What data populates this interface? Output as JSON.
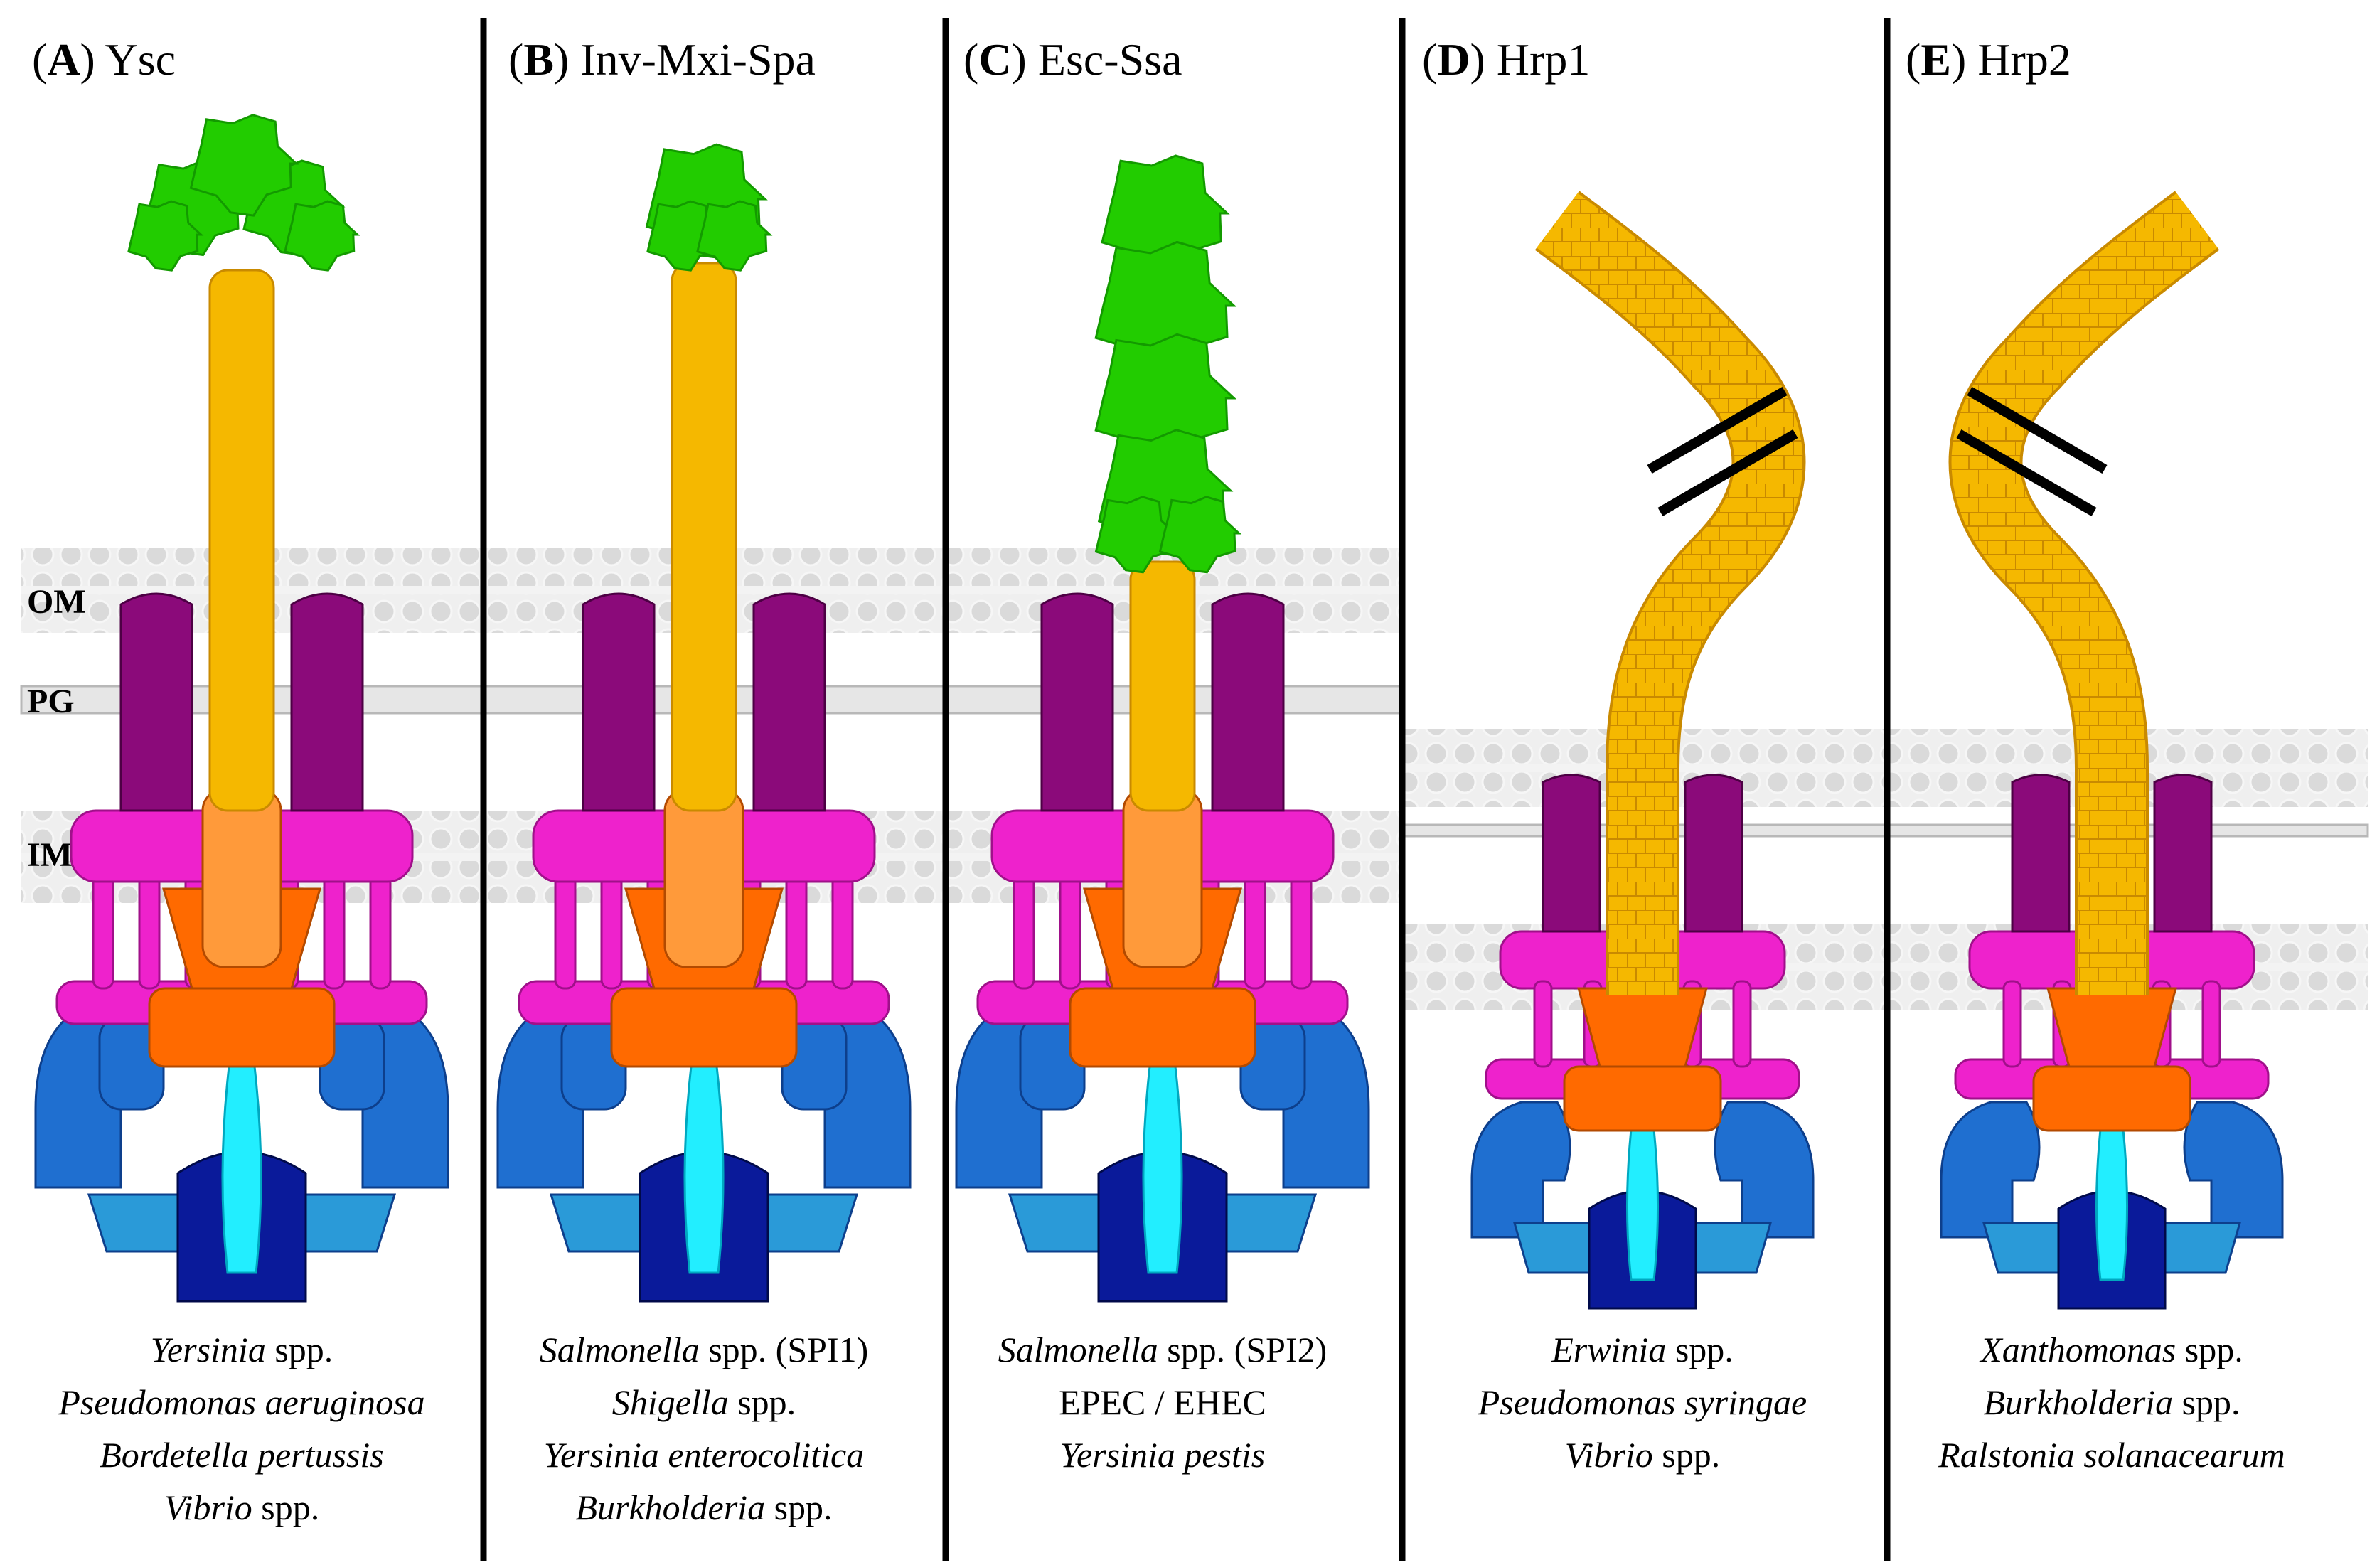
{
  "colors": {
    "tip_green": "#22cc00",
    "needle_yellow": "#f5b800",
    "secretin_purple": "#8b0a7a",
    "ring_magenta": "#ee22cc",
    "export_orange": "#ff6a00",
    "cyto_blue": "#1f6fd0",
    "light_blue": "#2a9ad8",
    "dark_navy": "#0a1a9a",
    "cyan_stalk": "#22eeff",
    "membrane_grey": "#dcdcdc"
  },
  "membrane_labels": {
    "om": "OM",
    "pg": "PG",
    "im": "IM"
  },
  "panels": [
    {
      "id": "A",
      "name": "Ysc",
      "captions": [
        [
          {
            "t": "Yersinia",
            "i": true
          },
          {
            "t": " spp.",
            "i": false
          }
        ],
        [
          {
            "t": "Pseudomonas aeruginosa",
            "i": true
          }
        ],
        [
          {
            "t": "Bordetella pertussis",
            "i": true
          }
        ],
        [
          {
            "t": "Vibrio",
            "i": true
          },
          {
            "t": " spp.",
            "i": false
          }
        ]
      ]
    },
    {
      "id": "B",
      "name": "Inv-Mxi-Spa",
      "captions": [
        [
          {
            "t": "Salmonella",
            "i": true
          },
          {
            "t": " spp. (SPI1)",
            "i": false
          }
        ],
        [
          {
            "t": "Shigella",
            "i": true
          },
          {
            "t": " spp.",
            "i": false
          }
        ],
        [
          {
            "t": "Yersinia enterocolitica",
            "i": true
          }
        ],
        [
          {
            "t": "Burkholderia",
            "i": true
          },
          {
            "t": " spp.",
            "i": false
          }
        ]
      ]
    },
    {
      "id": "C",
      "name": "Esc-Ssa",
      "captions": [
        [
          {
            "t": "Salmonella",
            "i": true
          },
          {
            "t": " spp. (SPI2)",
            "i": false
          }
        ],
        [
          {
            "t": "EPEC / EHEC",
            "i": false
          }
        ],
        [
          {
            "t": "Yersinia pestis",
            "i": true
          }
        ]
      ]
    },
    {
      "id": "D",
      "name": "Hrp1",
      "captions": [
        [
          {
            "t": "Erwinia",
            "i": true
          },
          {
            "t": " spp.",
            "i": false
          }
        ],
        [
          {
            "t": "Pseudomonas syringae",
            "i": true
          }
        ],
        [
          {
            "t": "Vibrio",
            "i": true
          },
          {
            "t": " spp.",
            "i": false
          }
        ]
      ]
    },
    {
      "id": "E",
      "name": "Hrp2",
      "captions": [
        [
          {
            "t": "Xanthomonas",
            "i": true
          },
          {
            "t": " spp.",
            "i": false
          }
        ],
        [
          {
            "t": "Burkholderia",
            "i": true
          },
          {
            "t": " spp.",
            "i": false
          }
        ],
        [
          {
            "t": "Ralstonia solanacearum",
            "i": true
          }
        ]
      ]
    }
  ]
}
